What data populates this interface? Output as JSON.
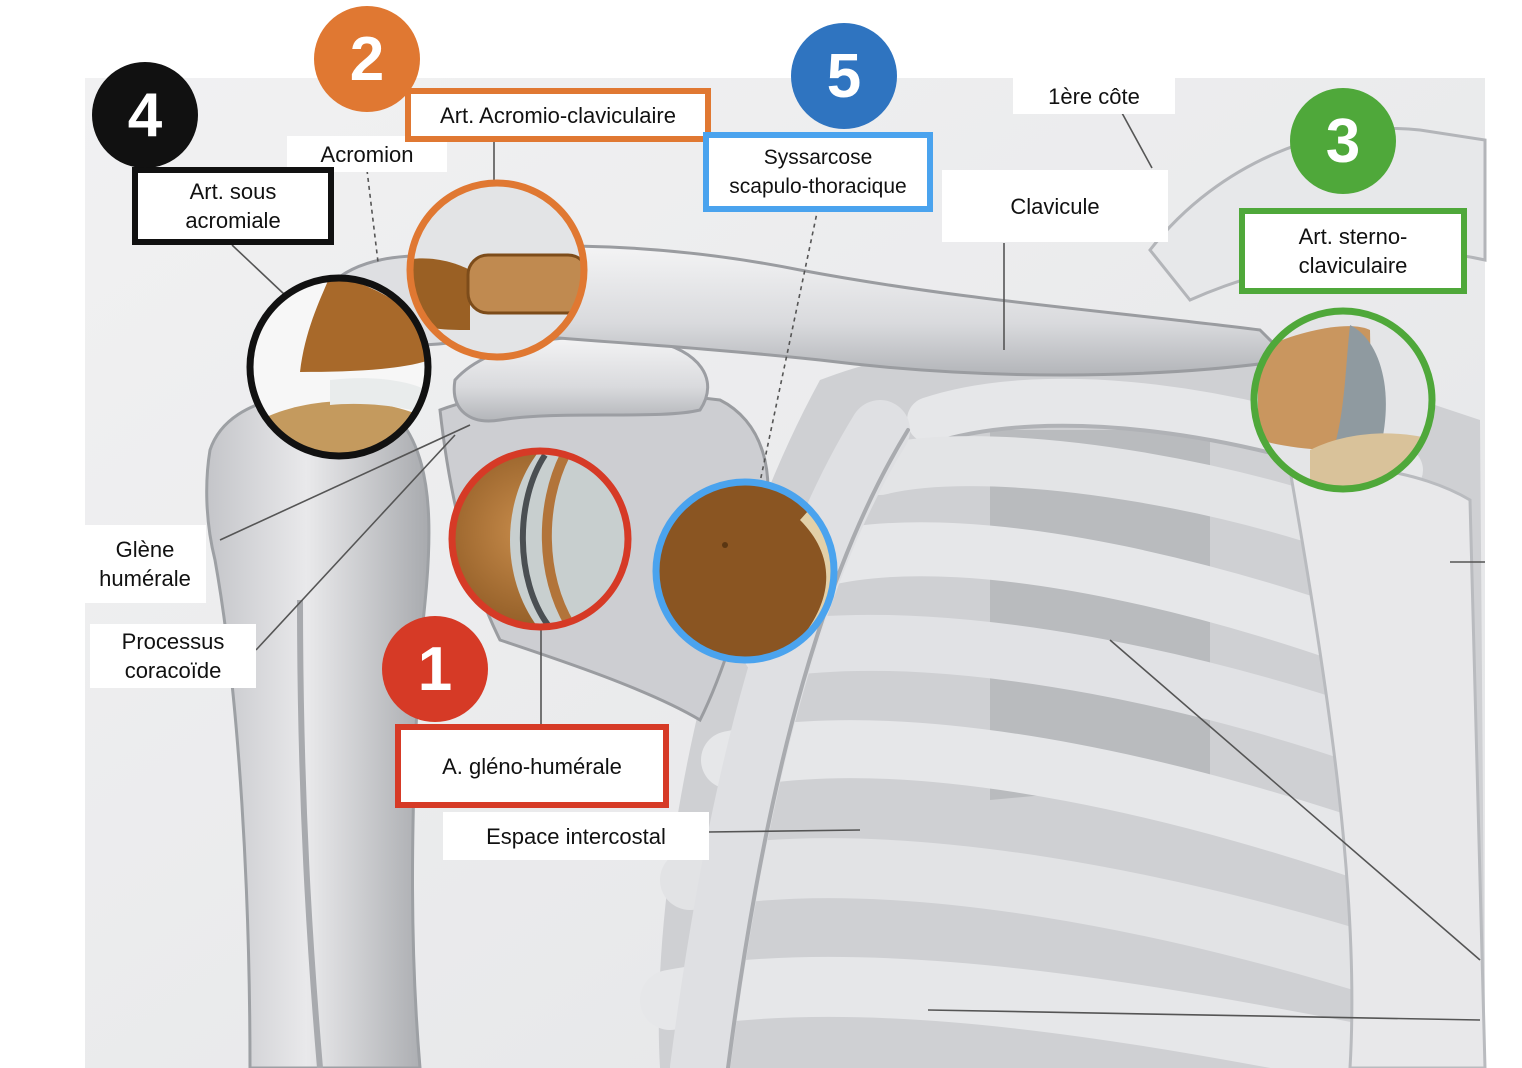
{
  "colors": {
    "joint_1": "#d63a26",
    "joint_2": "#e07832",
    "joint_3": "#4fa83a",
    "joint_4": "#111111",
    "joint_5": "#2f74c0",
    "joint_5_frame": "#4aa3ee",
    "bone": "#dcdde0",
    "bone_shadow": "#9c9ea3",
    "cartilage": "#b8793a"
  },
  "badges": {
    "b1": "1",
    "b2": "2",
    "b3": "3",
    "b4": "4",
    "b5": "5"
  },
  "joint_labels": {
    "gleno_humerale": "A. gléno-humérale",
    "acromio_claviculaire": "Art. Acromio-claviculaire",
    "sterno_claviculaire": "Art. sterno-\nclaviculaire",
    "sous_acromiale": "Art. sous\nacromiale",
    "scapulo_thoracique": "Syssarcose\nscapulo-thoracique"
  },
  "anatomy_labels": {
    "acromion": "Acromion",
    "premiere_cote": "1ère côte",
    "clavicule": "Clavicule",
    "glene_humerale": "Glène\nhumérale",
    "processus_coracoide": "Processus\ncoracoïde",
    "espace_intercostal": "Espace intercostal"
  }
}
